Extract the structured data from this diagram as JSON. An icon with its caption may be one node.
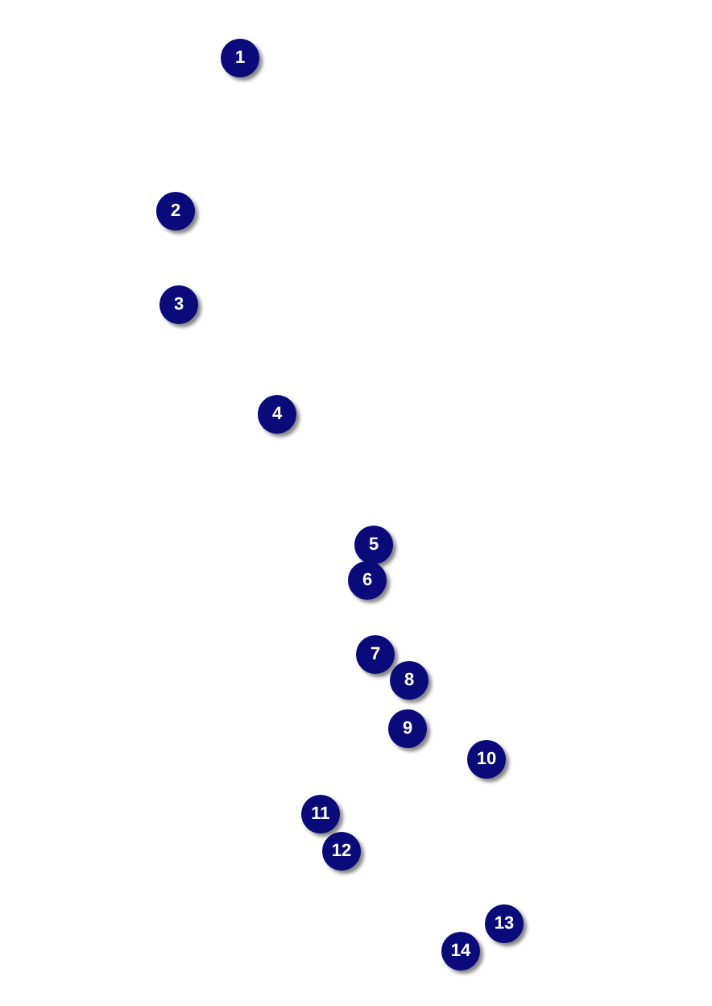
{
  "diagram": {
    "nodes": [
      {
        "text": [
          "1"
        ]
      },
      {
        "text": [
          "2"
        ]
      },
      {
        "text": [
          "3"
        ]
      },
      {
        "text": [
          "4"
        ]
      },
      {
        "text": [
          "5"
        ]
      },
      {
        "text": [
          "6"
        ]
      },
      {
        "text": [
          "7"
        ]
      },
      {
        "text": [
          "8"
        ]
      },
      {
        "text": [
          "9"
        ]
      },
      {
        "text": [
          "10"
        ]
      },
      {
        "text": [
          "11"
        ]
      },
      {
        "text": [
          "12"
        ]
      },
      {
        "text": [
          "13"
        ]
      },
      {
        "text": [
          "14"
        ]
      }
    ]
  }
}
